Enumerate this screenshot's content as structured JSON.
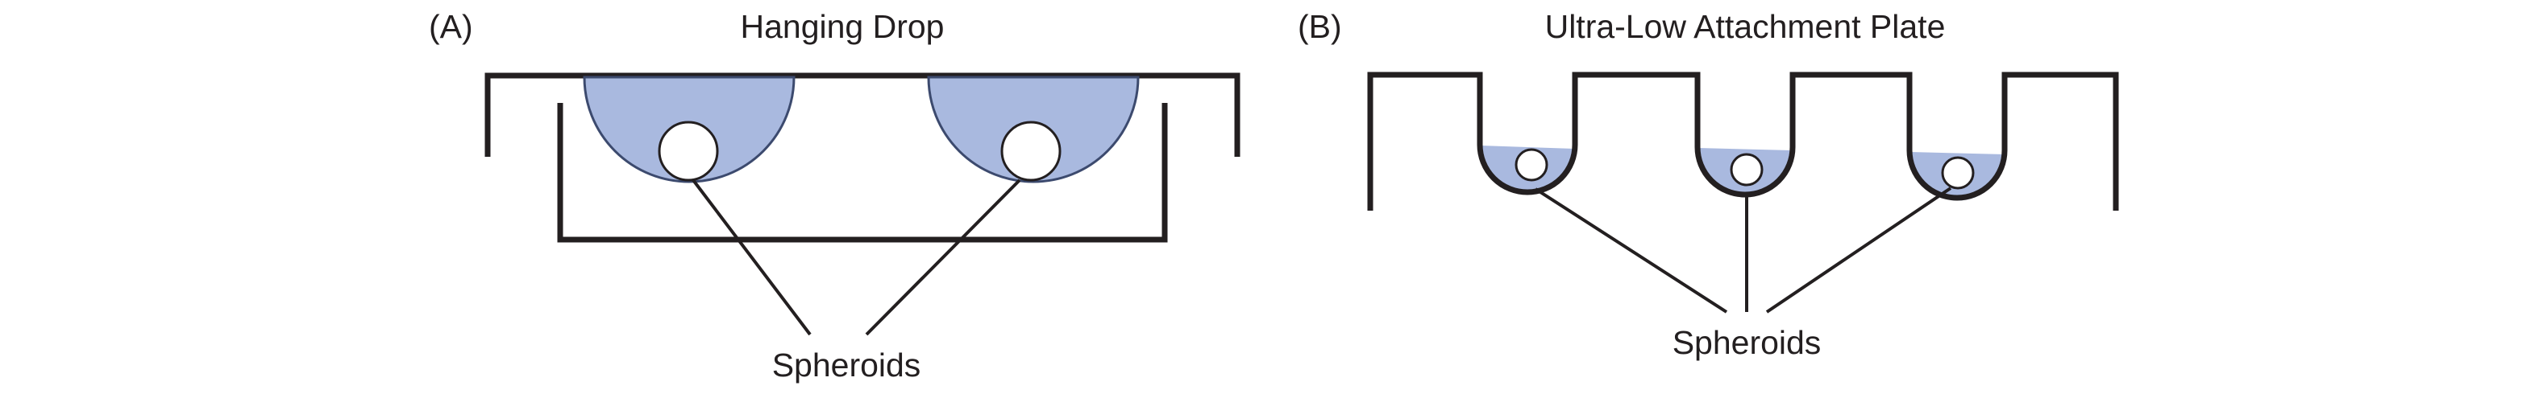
{
  "panel_a": {
    "letter": "(A)",
    "title": "Hanging Drop",
    "caption": "Spheroids"
  },
  "panel_b": {
    "letter": "(B)",
    "title": "Ultra-Low Attachment Plate",
    "caption": "Spheroids"
  },
  "colors": {
    "line": "#231f20",
    "medium_fill": "#a9b9df",
    "medium_stroke": "#3c4a6e",
    "spheroid_fill": "#ffffff"
  }
}
